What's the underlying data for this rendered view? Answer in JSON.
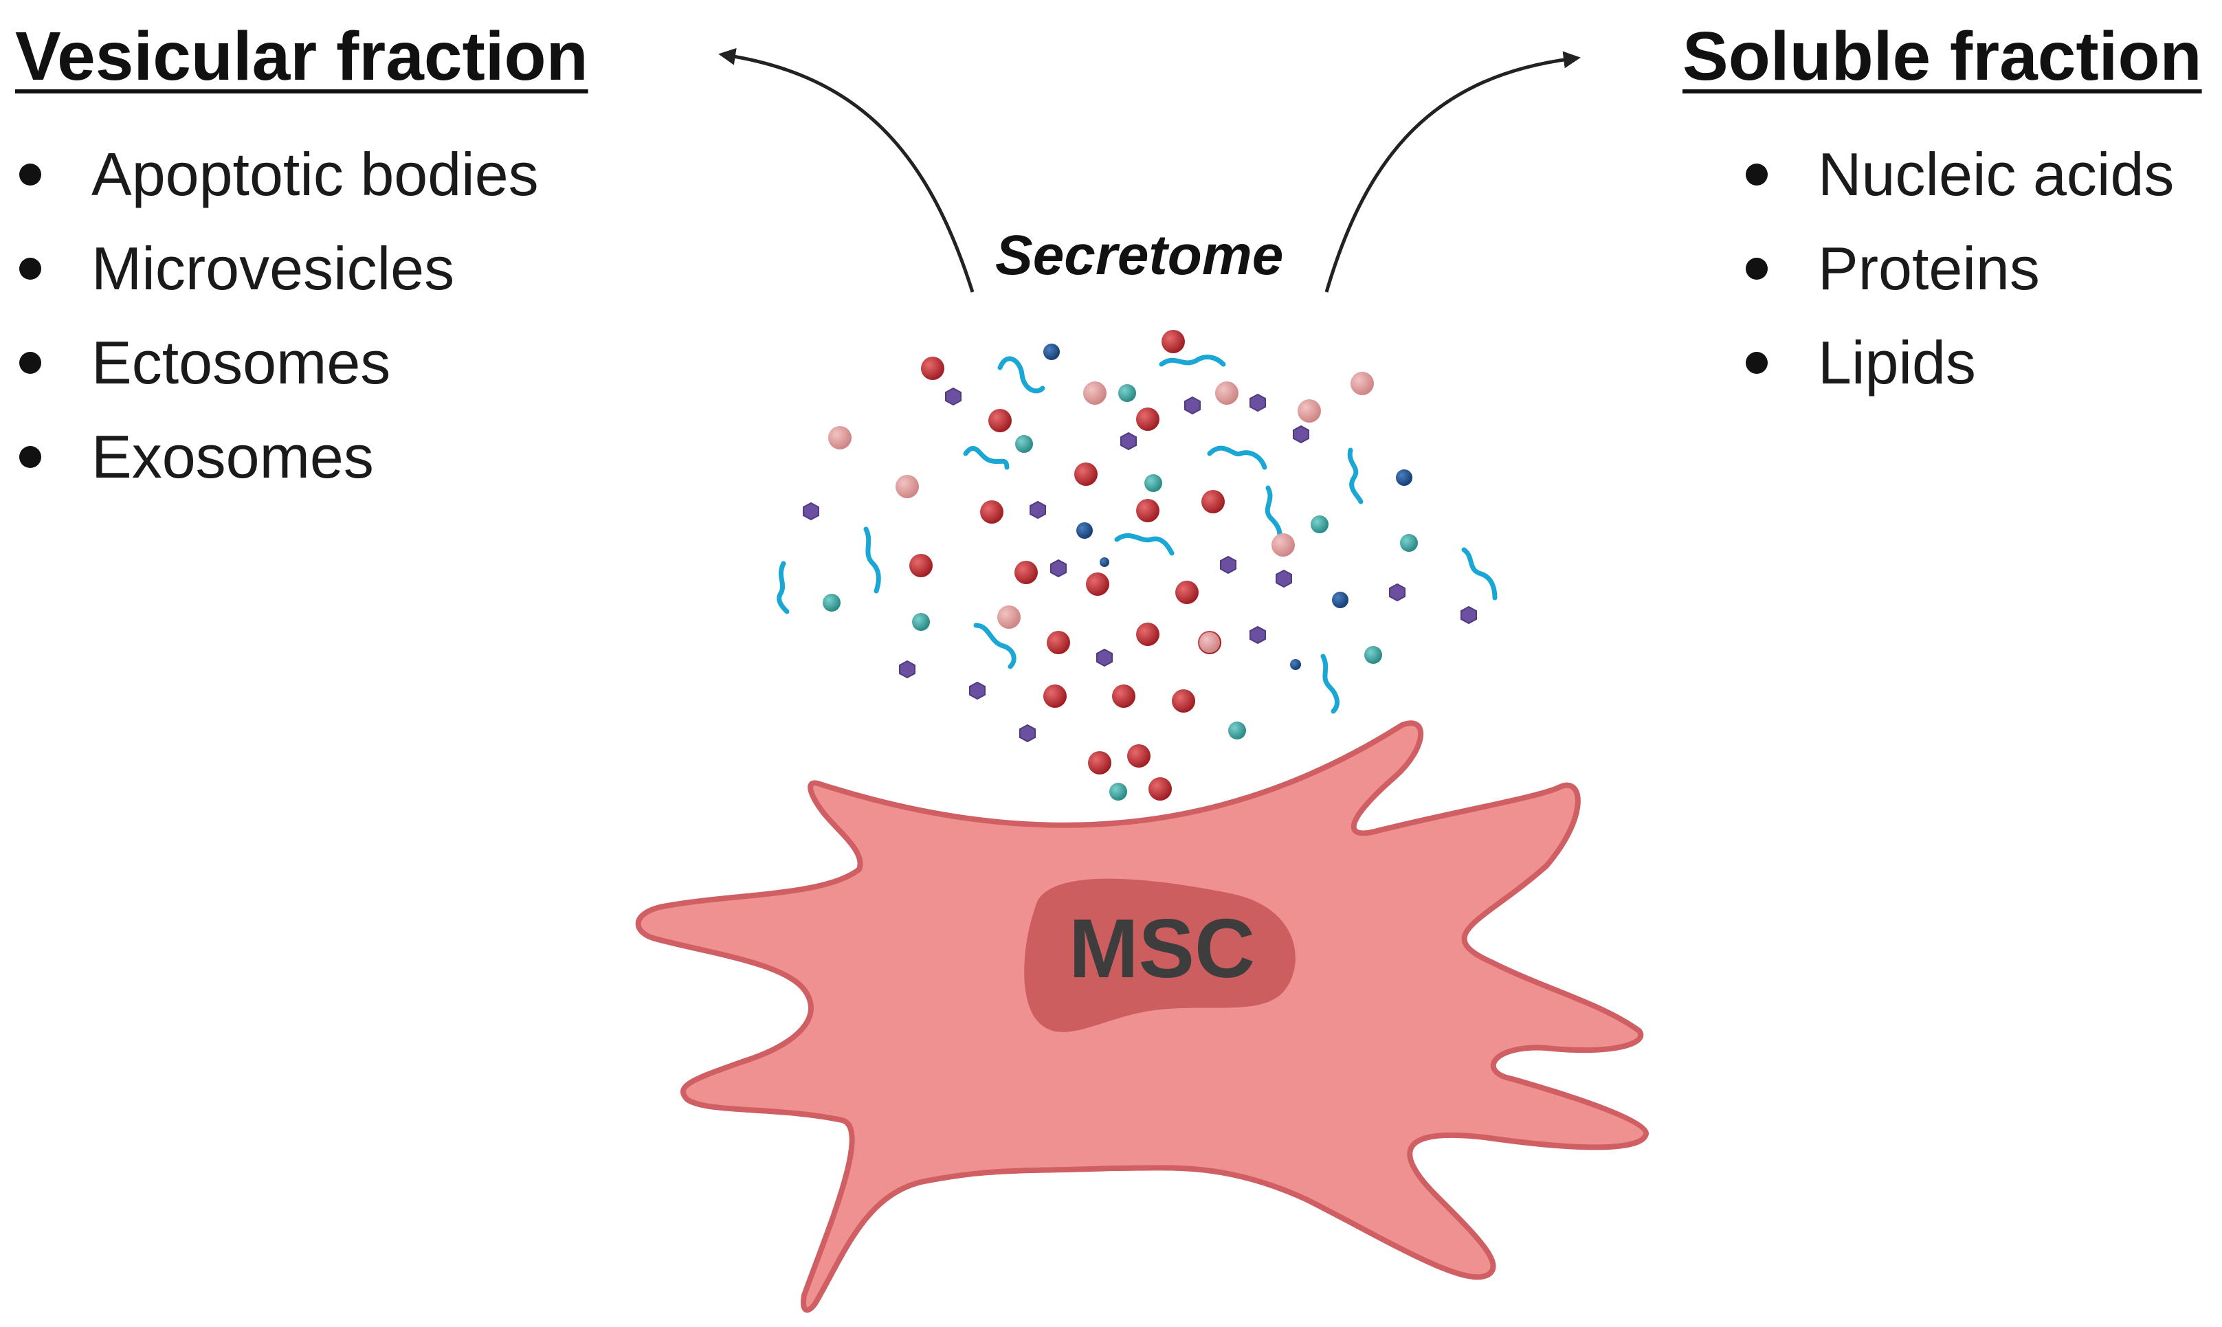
{
  "vesicular": {
    "heading": "Vesicular fraction",
    "items": [
      "Apoptotic bodies",
      "Microvesicles",
      "Ectosomes",
      "Exosomes"
    ]
  },
  "soluble": {
    "heading": "Soluble fraction",
    "items": [
      "Nucleic acids",
      "Proteins",
      "Lipids"
    ]
  },
  "center_label": "Secretome",
  "cell_label": "MSC",
  "colors": {
    "cell_body": "#f09191",
    "cell_outline": "#cf5f62",
    "nucleus": "#cd5e60",
    "red_particle": "#b8292d",
    "pink_particle": "#dd9595",
    "teal_particle": "#3ea39f",
    "navy_particle": "#1f4f8c",
    "purple_particle": "#6b4fa0",
    "rna_strand": "#1aa7d6"
  }
}
